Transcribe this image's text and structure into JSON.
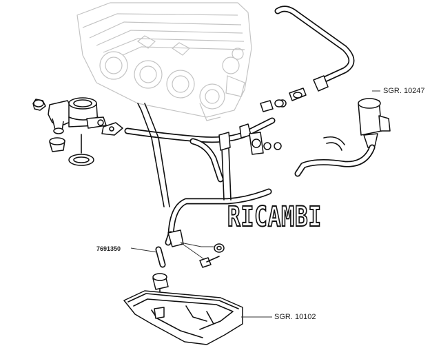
{
  "callouts": {
    "sgr_top_right": "SGR. 10247",
    "part_7691350": "7691350",
    "sgr_bottom": "SGR. 10102"
  },
  "watermark": "RICAMBI",
  "colors": {
    "ink": "#111111",
    "ghost": "#c4c4c4",
    "background": "#ffffff"
  }
}
